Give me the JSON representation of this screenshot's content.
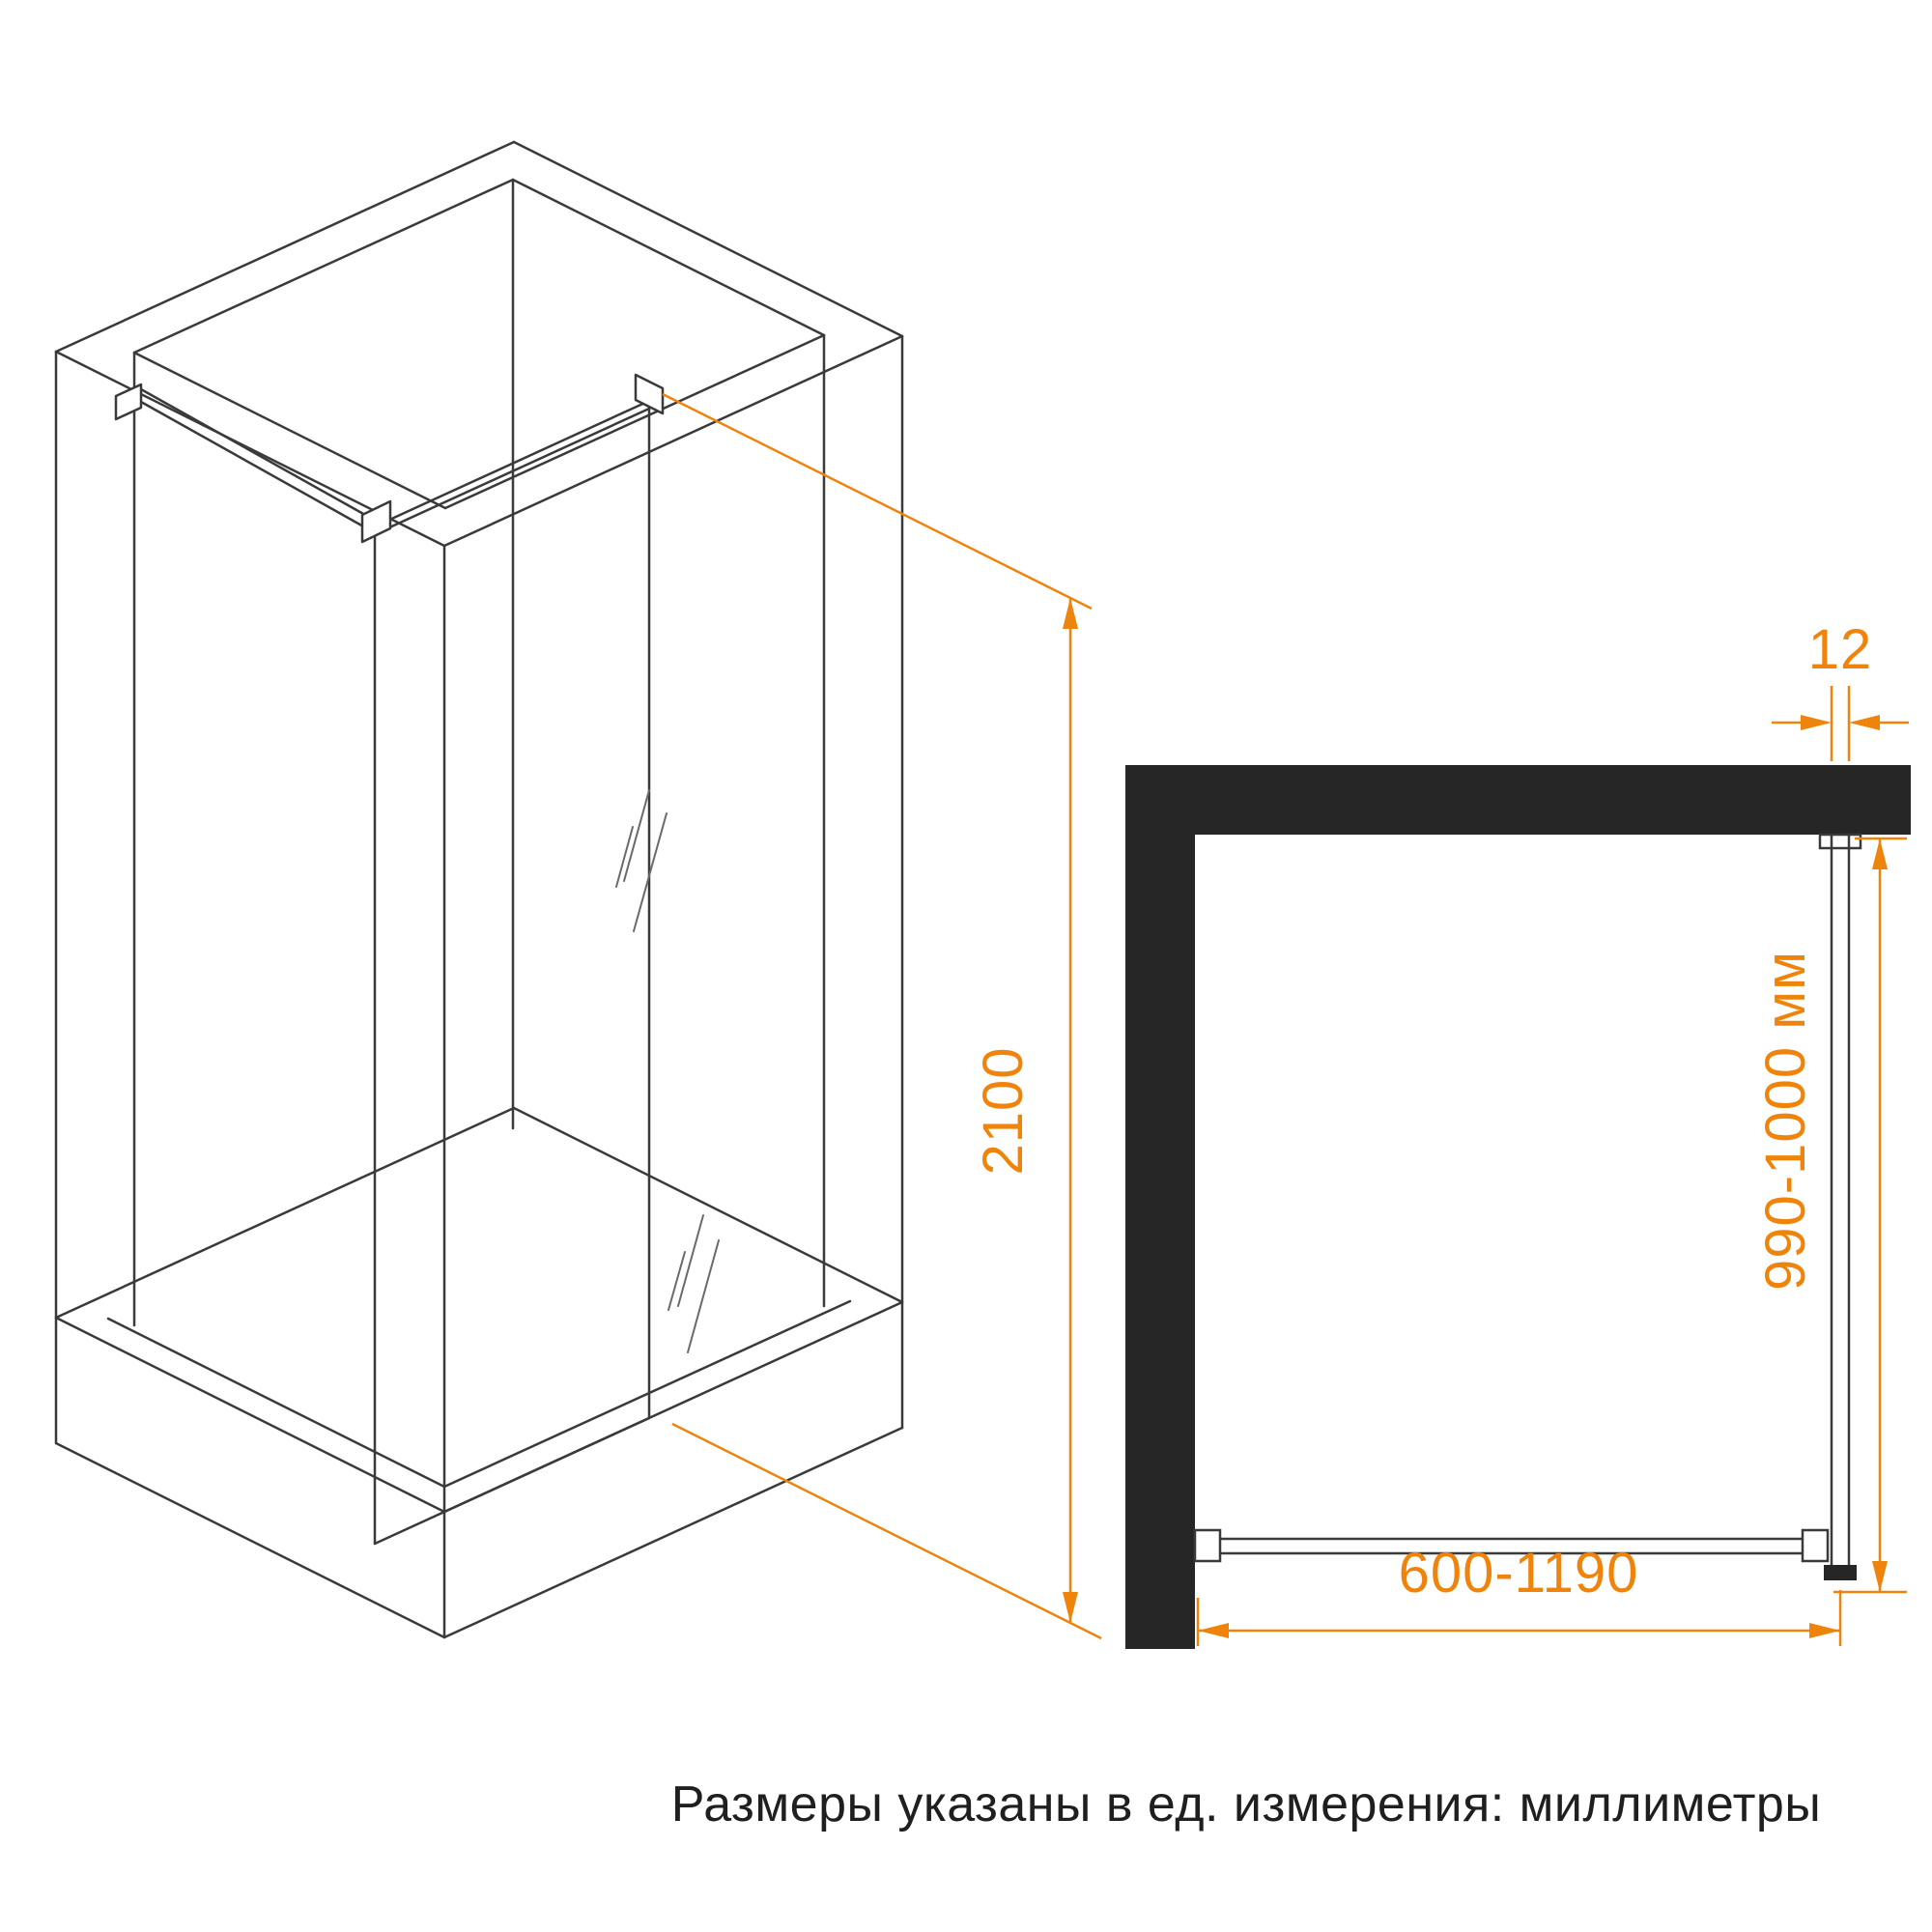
{
  "caption": "Размеры указаны в ед. измерения: миллиметры",
  "colors": {
    "dimension": "#EF840C",
    "line": "#3A3A3A",
    "sparkle": "#6A6A6A",
    "wall": "#262626",
    "text": "#1F1F1F"
  },
  "isometric_view": {
    "height_label": "2100"
  },
  "plan_view": {
    "glass_thickness_label": "12",
    "depth_label": "990-1000 мм",
    "width_label": "600-1190"
  }
}
